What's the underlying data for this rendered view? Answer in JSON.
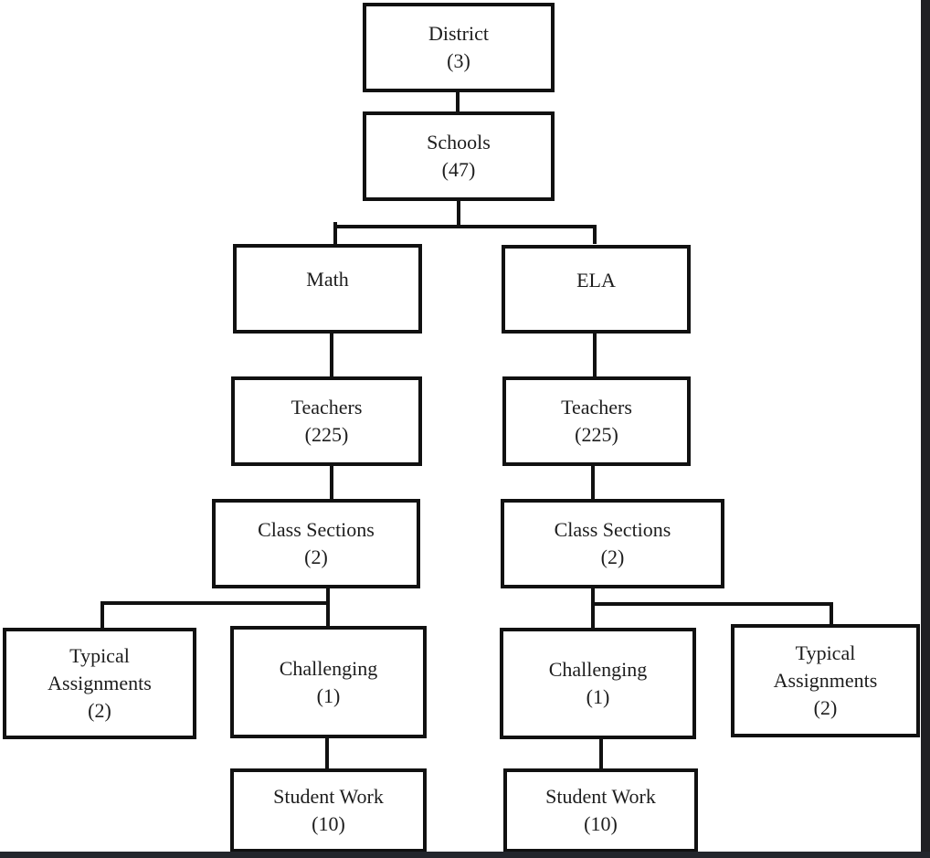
{
  "diagram": {
    "type": "flowchart",
    "description": "Sampling hierarchy tree diagram",
    "colors": {
      "background": "#ffffff",
      "box_border": "#111111",
      "connector": "#111111",
      "text": "#1d1d1d",
      "frame_right_bar": "#202023",
      "frame_bottom_bar": "#23262c"
    },
    "nodes": [
      {
        "id": "district",
        "label": "District",
        "count": "(3)",
        "lines": [
          "District",
          "(3)"
        ]
      },
      {
        "id": "schools",
        "label": "Schools",
        "count": "(47)",
        "lines": [
          "Schools",
          "(47)"
        ]
      },
      {
        "id": "math",
        "label": "Math",
        "count": "",
        "lines": [
          "Math"
        ]
      },
      {
        "id": "ela",
        "label": "ELA",
        "count": "",
        "lines": [
          "ELA"
        ]
      },
      {
        "id": "teachers-math",
        "label": "Teachers",
        "count": "(225)",
        "lines": [
          "Teachers",
          "(225)"
        ]
      },
      {
        "id": "teachers-ela",
        "label": "Teachers",
        "count": "(225)",
        "lines": [
          "Teachers",
          "(225)"
        ]
      },
      {
        "id": "class-sections-math",
        "label": "Class Sections",
        "count": "(2)",
        "lines": [
          "Class Sections",
          "(2)"
        ]
      },
      {
        "id": "class-sections-ela",
        "label": "Class Sections",
        "count": "(2)",
        "lines": [
          "Class Sections",
          "(2)"
        ]
      },
      {
        "id": "typical-assignments-math",
        "label": "Typical Assignments",
        "count": "(2)",
        "lines": [
          "Typical",
          "Assignments",
          "(2)"
        ]
      },
      {
        "id": "challenging-math",
        "label": "Challenging",
        "count": "(1)",
        "lines": [
          "Challenging",
          "(1)"
        ]
      },
      {
        "id": "challenging-ela",
        "label": "Challenging",
        "count": "(1)",
        "lines": [
          "Challenging",
          "(1)"
        ]
      },
      {
        "id": "typical-assignments-ela",
        "label": "Typical Assignments",
        "count": "(2)",
        "lines": [
          "Typical",
          "Assignments",
          "(2)"
        ]
      },
      {
        "id": "student-work-math",
        "label": "Student Work",
        "count": "(10)",
        "lines": [
          "Student Work",
          "(10)"
        ]
      },
      {
        "id": "student-work-ela",
        "label": "Student Work",
        "count": "(10)",
        "lines": [
          "Student Work",
          "(10)"
        ]
      }
    ],
    "edges": [
      [
        "district",
        "schools"
      ],
      [
        "schools",
        "math"
      ],
      [
        "schools",
        "ela"
      ],
      [
        "math",
        "teachers-math"
      ],
      [
        "ela",
        "teachers-ela"
      ],
      [
        "teachers-math",
        "class-sections-math"
      ],
      [
        "teachers-ela",
        "class-sections-ela"
      ],
      [
        "class-sections-math",
        "typical-assignments-math"
      ],
      [
        "class-sections-math",
        "challenging-math"
      ],
      [
        "class-sections-ela",
        "challenging-ela"
      ],
      [
        "class-sections-ela",
        "typical-assignments-ela"
      ],
      [
        "challenging-math",
        "student-work-math"
      ],
      [
        "challenging-ela",
        "student-work-ela"
      ]
    ]
  }
}
